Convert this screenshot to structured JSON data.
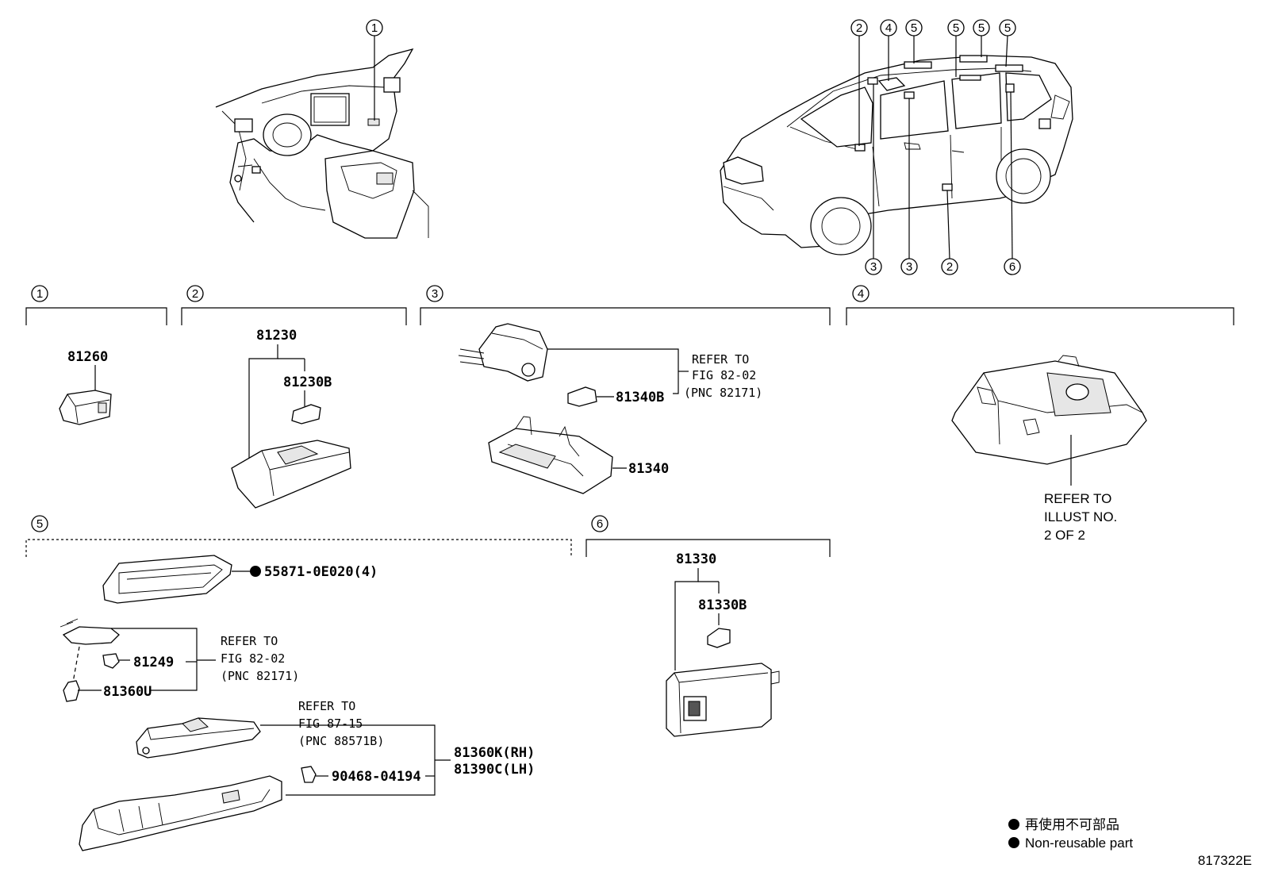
{
  "diagram_id": "817322E",
  "legend": {
    "cn": "再使用不可部品",
    "en": "Non-reusable part"
  },
  "sections": {
    "s1": {
      "num": "1",
      "parts": [
        "81260"
      ]
    },
    "s2": {
      "num": "2",
      "parts": [
        "81230",
        "81230B"
      ]
    },
    "s3": {
      "num": "3",
      "parts": [
        "81340B",
        "81340"
      ],
      "refer": [
        "REFER TO",
        "FIG 82-02",
        "(PNC 82171)"
      ]
    },
    "s4": {
      "num": "4",
      "refer": [
        "REFER TO",
        "ILLUST NO.",
        "2 OF 2"
      ]
    },
    "s5": {
      "num": "5",
      "parts": [
        "55871-0E020(4)",
        "81249",
        "81360U",
        "90468-04194",
        "81360K(RH)",
        "81390C(LH)"
      ],
      "refer_a": [
        "REFER TO",
        "FIG 82-02",
        "(PNC 82171)"
      ],
      "refer_b": [
        "REFER TO",
        "FIG 87-15",
        "(PNC 88571B)"
      ]
    },
    "s6": {
      "num": "6",
      "parts": [
        "81330",
        "81330B"
      ]
    }
  },
  "callouts": {
    "dash": [
      "1"
    ],
    "car_top": [
      "2",
      "4",
      "5",
      "5",
      "5",
      "5"
    ],
    "car_bottom": [
      "3",
      "3",
      "2",
      "6"
    ]
  }
}
